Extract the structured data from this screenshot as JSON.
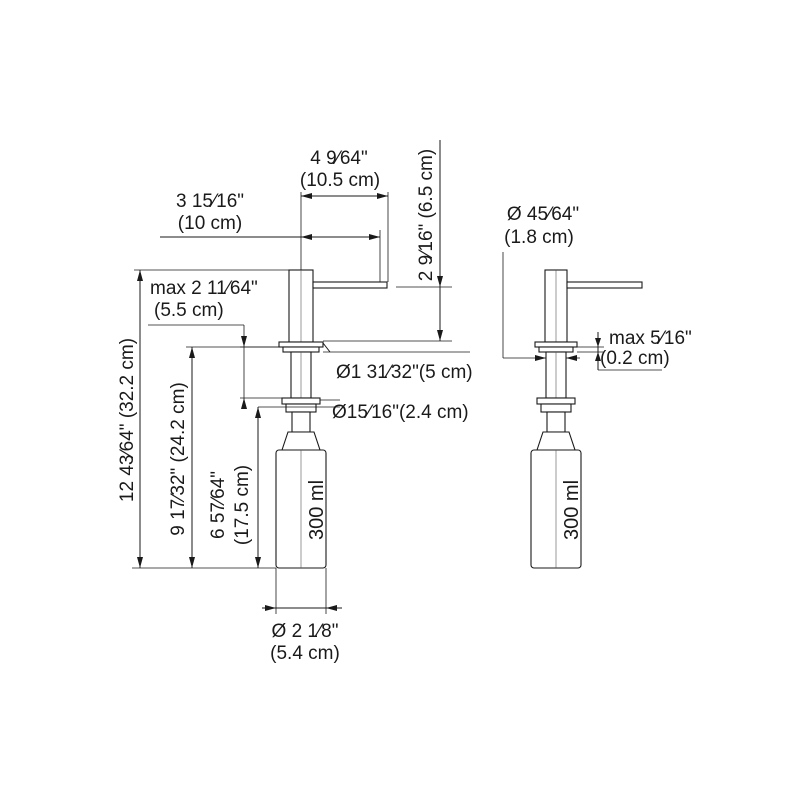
{
  "diagram": {
    "left_view": {
      "spout_reach": {
        "inch": "4 9⁄64\"",
        "cm": "(10.5 cm)"
      },
      "spout_to_center": {
        "inch": "3 15⁄16\"",
        "cm": "(10 cm)"
      },
      "head_height": {
        "text": "2 9⁄16\" (6.5 cm)"
      },
      "max_counter": {
        "inch": "max 2 11⁄64\"",
        "cm": "(5.5 cm)"
      },
      "flange_dia": {
        "text": "Ø1 31⁄32\"(5 cm)"
      },
      "hole_dia": {
        "text": "Ø15⁄16\"(2.4 cm)"
      },
      "total_height": {
        "text": "12 43⁄64\" (32.2 cm)"
      },
      "under_counter": {
        "text": "9 17⁄32\" (24.2 cm)"
      },
      "bottle_height": {
        "inch": "6 57⁄64\"",
        "cm": "(17.5 cm)"
      },
      "bottle_dia": {
        "inch": "Ø 2 1⁄8\"",
        "cm": "(5.4 cm)"
      },
      "volume": "300 ml"
    },
    "right_view": {
      "stem_dia": {
        "inch": "Ø 45⁄64\"",
        "cm": "(1.8 cm)"
      },
      "max_gap": {
        "inch": "max 5⁄16\"",
        "cm": "(0.2 cm)"
      },
      "volume": "300 ml"
    }
  }
}
